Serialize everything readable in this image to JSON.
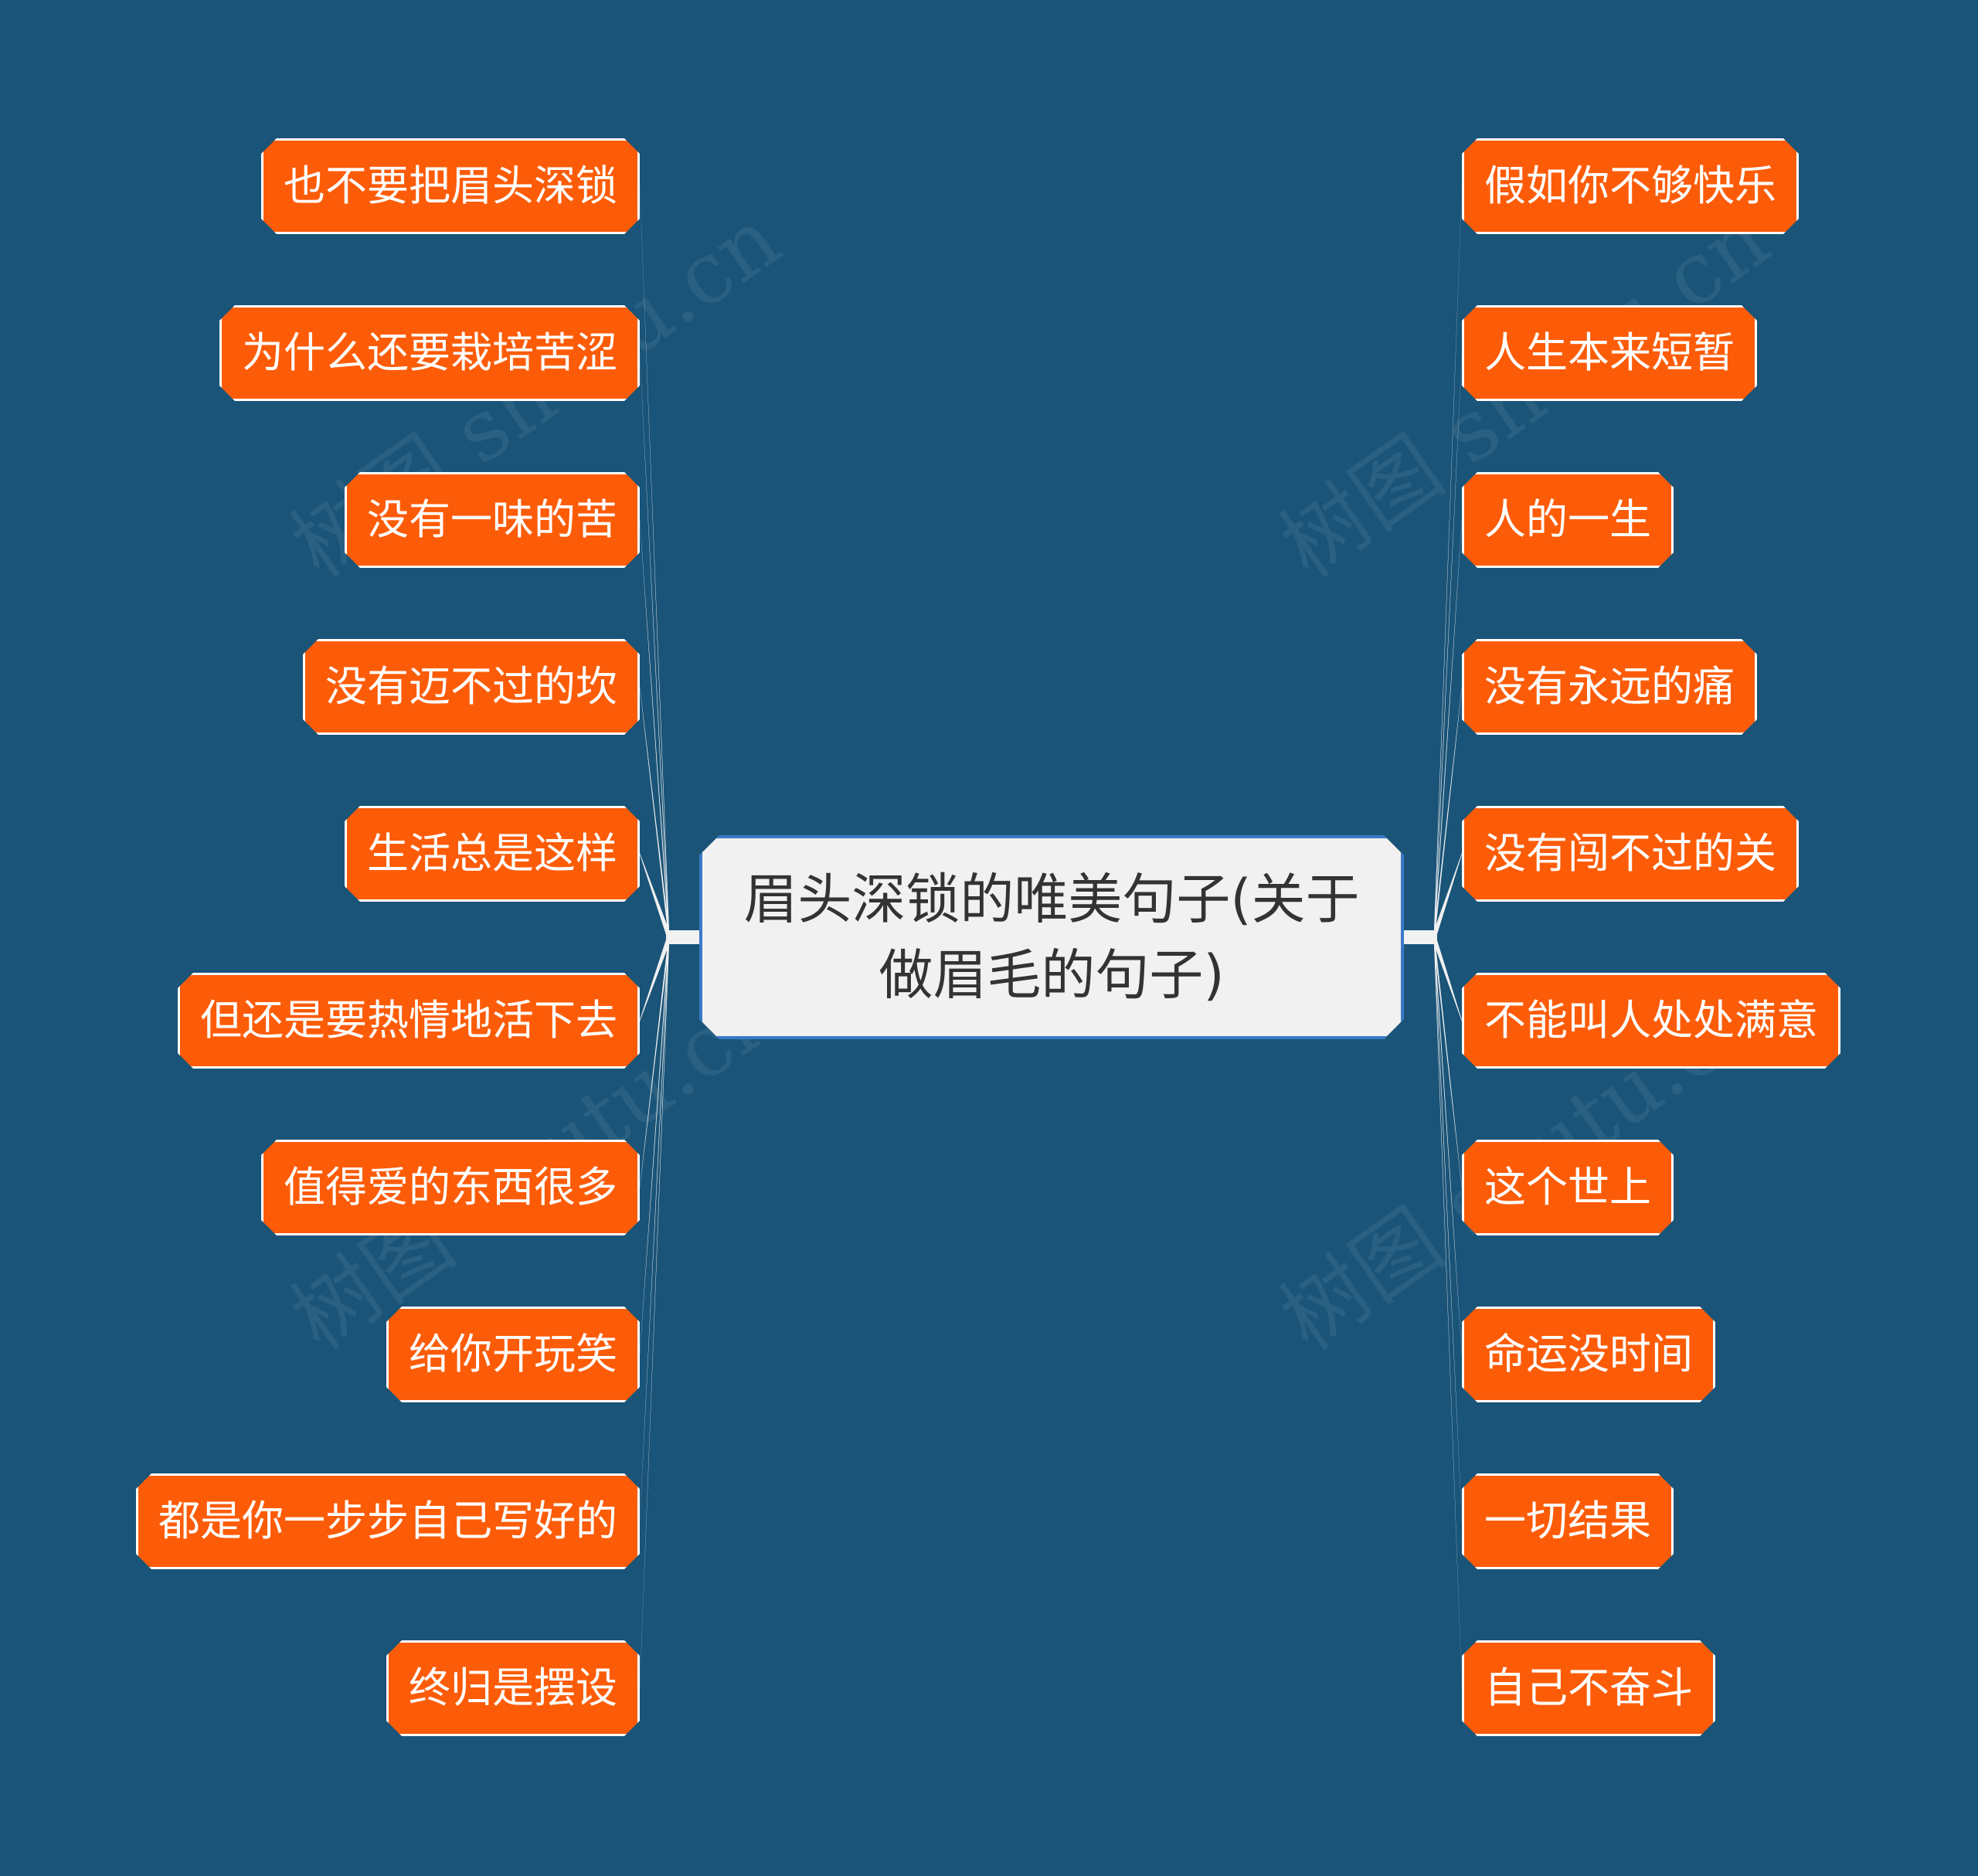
{
  "center": {
    "line1": "眉头深锁的唯美句子(关于",
    "line2": "做眉毛的句子)"
  },
  "left_nodes": [
    "也不要把眉头深锁",
    "为什么还要栽培苦涩",
    "没有一味的苦",
    "没有迈不过的坎",
    "生活总是这样",
    "但还是要热情地活下去",
    "值得爱的东西很多",
    "给你开玩笑",
    "都是你一步步自己写好的",
    "终归是摆设"
  ],
  "right_nodes": [
    "假如你不够快乐",
    "人生本来短暂",
    "人的一生",
    "没有永远的痛",
    "没有闯不过的关",
    "不能叫人处处满意",
    "这个世上",
    "命运没时间",
    "一切结果",
    "自己不奋斗"
  ],
  "watermark": "树图 shutu.cn",
  "colors": {
    "background": "#1a5478",
    "node_fill": "#fc5c08",
    "node_border": "#ffffff",
    "center_fill": "#f1f1f1",
    "center_border": "#3a78c8",
    "link": "#f1f1f1"
  }
}
